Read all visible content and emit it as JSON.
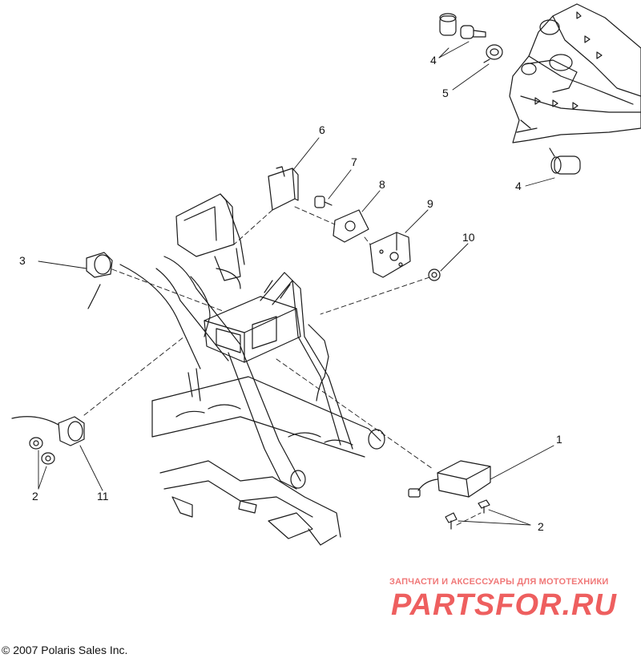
{
  "diagram": {
    "callouts": [
      {
        "id": "c1",
        "label": "1"
      },
      {
        "id": "c2a",
        "label": "2"
      },
      {
        "id": "c2b",
        "label": "2"
      },
      {
        "id": "c3",
        "label": "3"
      },
      {
        "id": "c4a",
        "label": "4"
      },
      {
        "id": "c4b",
        "label": "4"
      },
      {
        "id": "c5",
        "label": "5"
      },
      {
        "id": "c6",
        "label": "6"
      },
      {
        "id": "c7",
        "label": "7"
      },
      {
        "id": "c8",
        "label": "8"
      },
      {
        "id": "c9",
        "label": "9"
      },
      {
        "id": "c10",
        "label": "10"
      },
      {
        "id": "c11",
        "label": "11"
      }
    ],
    "copyright": "© 2007 Polaris Sales Inc.",
    "watermark": {
      "tagline": "ЗАПЧАСТИ И АКСЕССУАРЫ ДЛЯ МОТОТЕХНИКИ",
      "logo": "PARTSFOR.RU"
    }
  },
  "colors": {
    "line": "#1a1a1a",
    "watermark": "#ee5f5f"
  }
}
